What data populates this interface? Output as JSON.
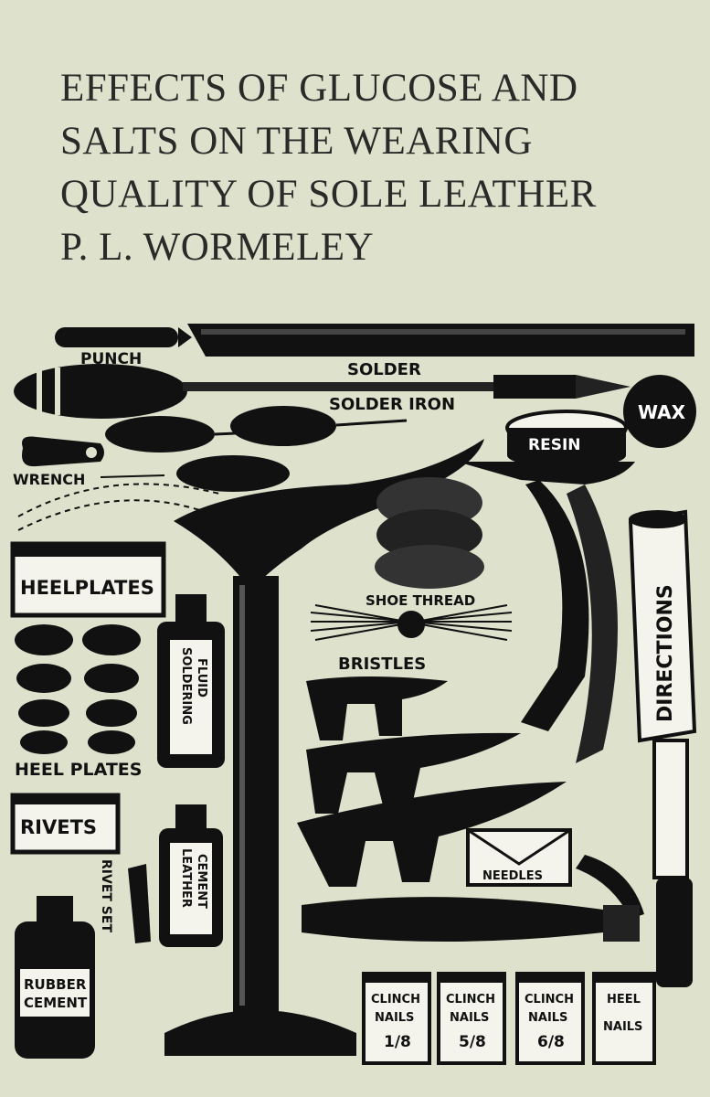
{
  "cover": {
    "title_lines": [
      "EFFECTS OF GLUCOSE AND",
      "SALTS ON THE WEARING",
      "QUALITY OF SOLE LEATHER"
    ],
    "author": "P. L. WORMELEY"
  },
  "illustration": {
    "labels": {
      "punch": "PUNCH",
      "solder": "SOLDER",
      "solder_iron": "SOLDER IRON",
      "wax": "WAX",
      "resin": "RESIN",
      "wrench": "WRENCH",
      "heelplates_box": "HEELPLATES",
      "shoe_thread": "SHOE THREAD",
      "directions": "DIRECTIONS",
      "bristles": "BRISTLES",
      "soldering_fluid_1": "SOLDERING",
      "soldering_fluid_2": "FLUID",
      "heel_plates": "HEEL PLATES",
      "rivets": "RIVETS",
      "rivet_set": "RIVET SET",
      "leather_cement_1": "LEATHER",
      "leather_cement_2": "CEMENT",
      "needles": "NEEDLES",
      "rubber_cement_1": "RUBBER",
      "rubber_cement_2": "CEMENT",
      "clinch_1": "CLINCH",
      "nails_1": "NAILS",
      "size_1": "1/8",
      "clinch_2": "CLINCH",
      "nails_2": "NAILS",
      "size_2": "5/8",
      "clinch_3": "CLINCH",
      "nails_3": "NAILS",
      "size_3": "6/8",
      "heel_4": "HEEL",
      "nails_4": "NAILS"
    },
    "colors": {
      "ink": "#111111",
      "paper": "#dee2cd",
      "label_bg": "#f4f4ec"
    }
  }
}
